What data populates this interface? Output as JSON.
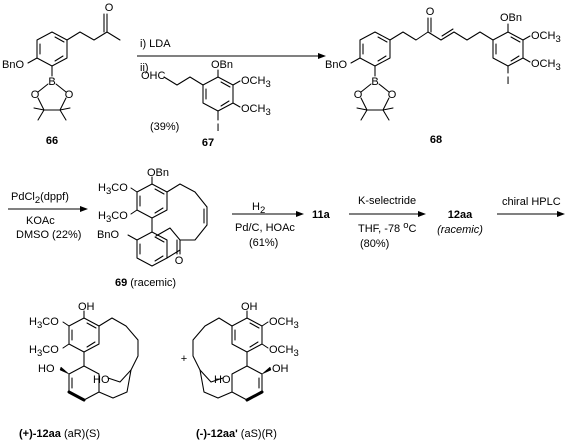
{
  "scheme": {
    "row1": {
      "compound_66": "66",
      "compound_67": "67",
      "compound_68": "68",
      "step_i": "i) LDA",
      "step_ii": "ii)",
      "yield_67": "(39%)"
    },
    "row2": {
      "reagent_pd": "PdCl",
      "reagent_pd_sub": "2",
      "reagent_pd_rest": "(dppf)",
      "reagent_koac": "KOAc",
      "reagent_dmso": "DMSO (22%)",
      "compound_69": "69",
      "compound_69_note": "(racemic)",
      "reagent_h2": "H",
      "reagent_h2_sub": "2",
      "reagent_pdc": "Pd/C, HOAc",
      "yield_61": "(61%)",
      "compound_11a": "11a",
      "reagent_kselectride": "K-selectride",
      "reagent_thf": "THF, -78 ",
      "reagent_thf_deg": "o",
      "reagent_thf_c": "C",
      "yield_80": "(80%)",
      "compound_12aa": "12aa",
      "compound_12aa_note": "(racemic)",
      "reagent_hplc": "chiral HPLC"
    },
    "row3": {
      "plus": "+",
      "prod1_sign": "(+)-",
      "prod1_name": "12aa",
      "prod1_desc": " (aR)(S)",
      "prod2_sign": "(-)-",
      "prod2_name": "12aa'",
      "prod2_desc": " (aS)(R)"
    },
    "atoms": {
      "bno": "BnO",
      "obn": "OBn",
      "och3": "OCH",
      "och3_sub": "3",
      "h3co": "H",
      "h3co_sub": "3",
      "h3co_rest": "CO",
      "o": "O",
      "b": "B",
      "i": "I",
      "ohc": "OHC",
      "oh": "OH",
      "ho": "HO"
    }
  }
}
